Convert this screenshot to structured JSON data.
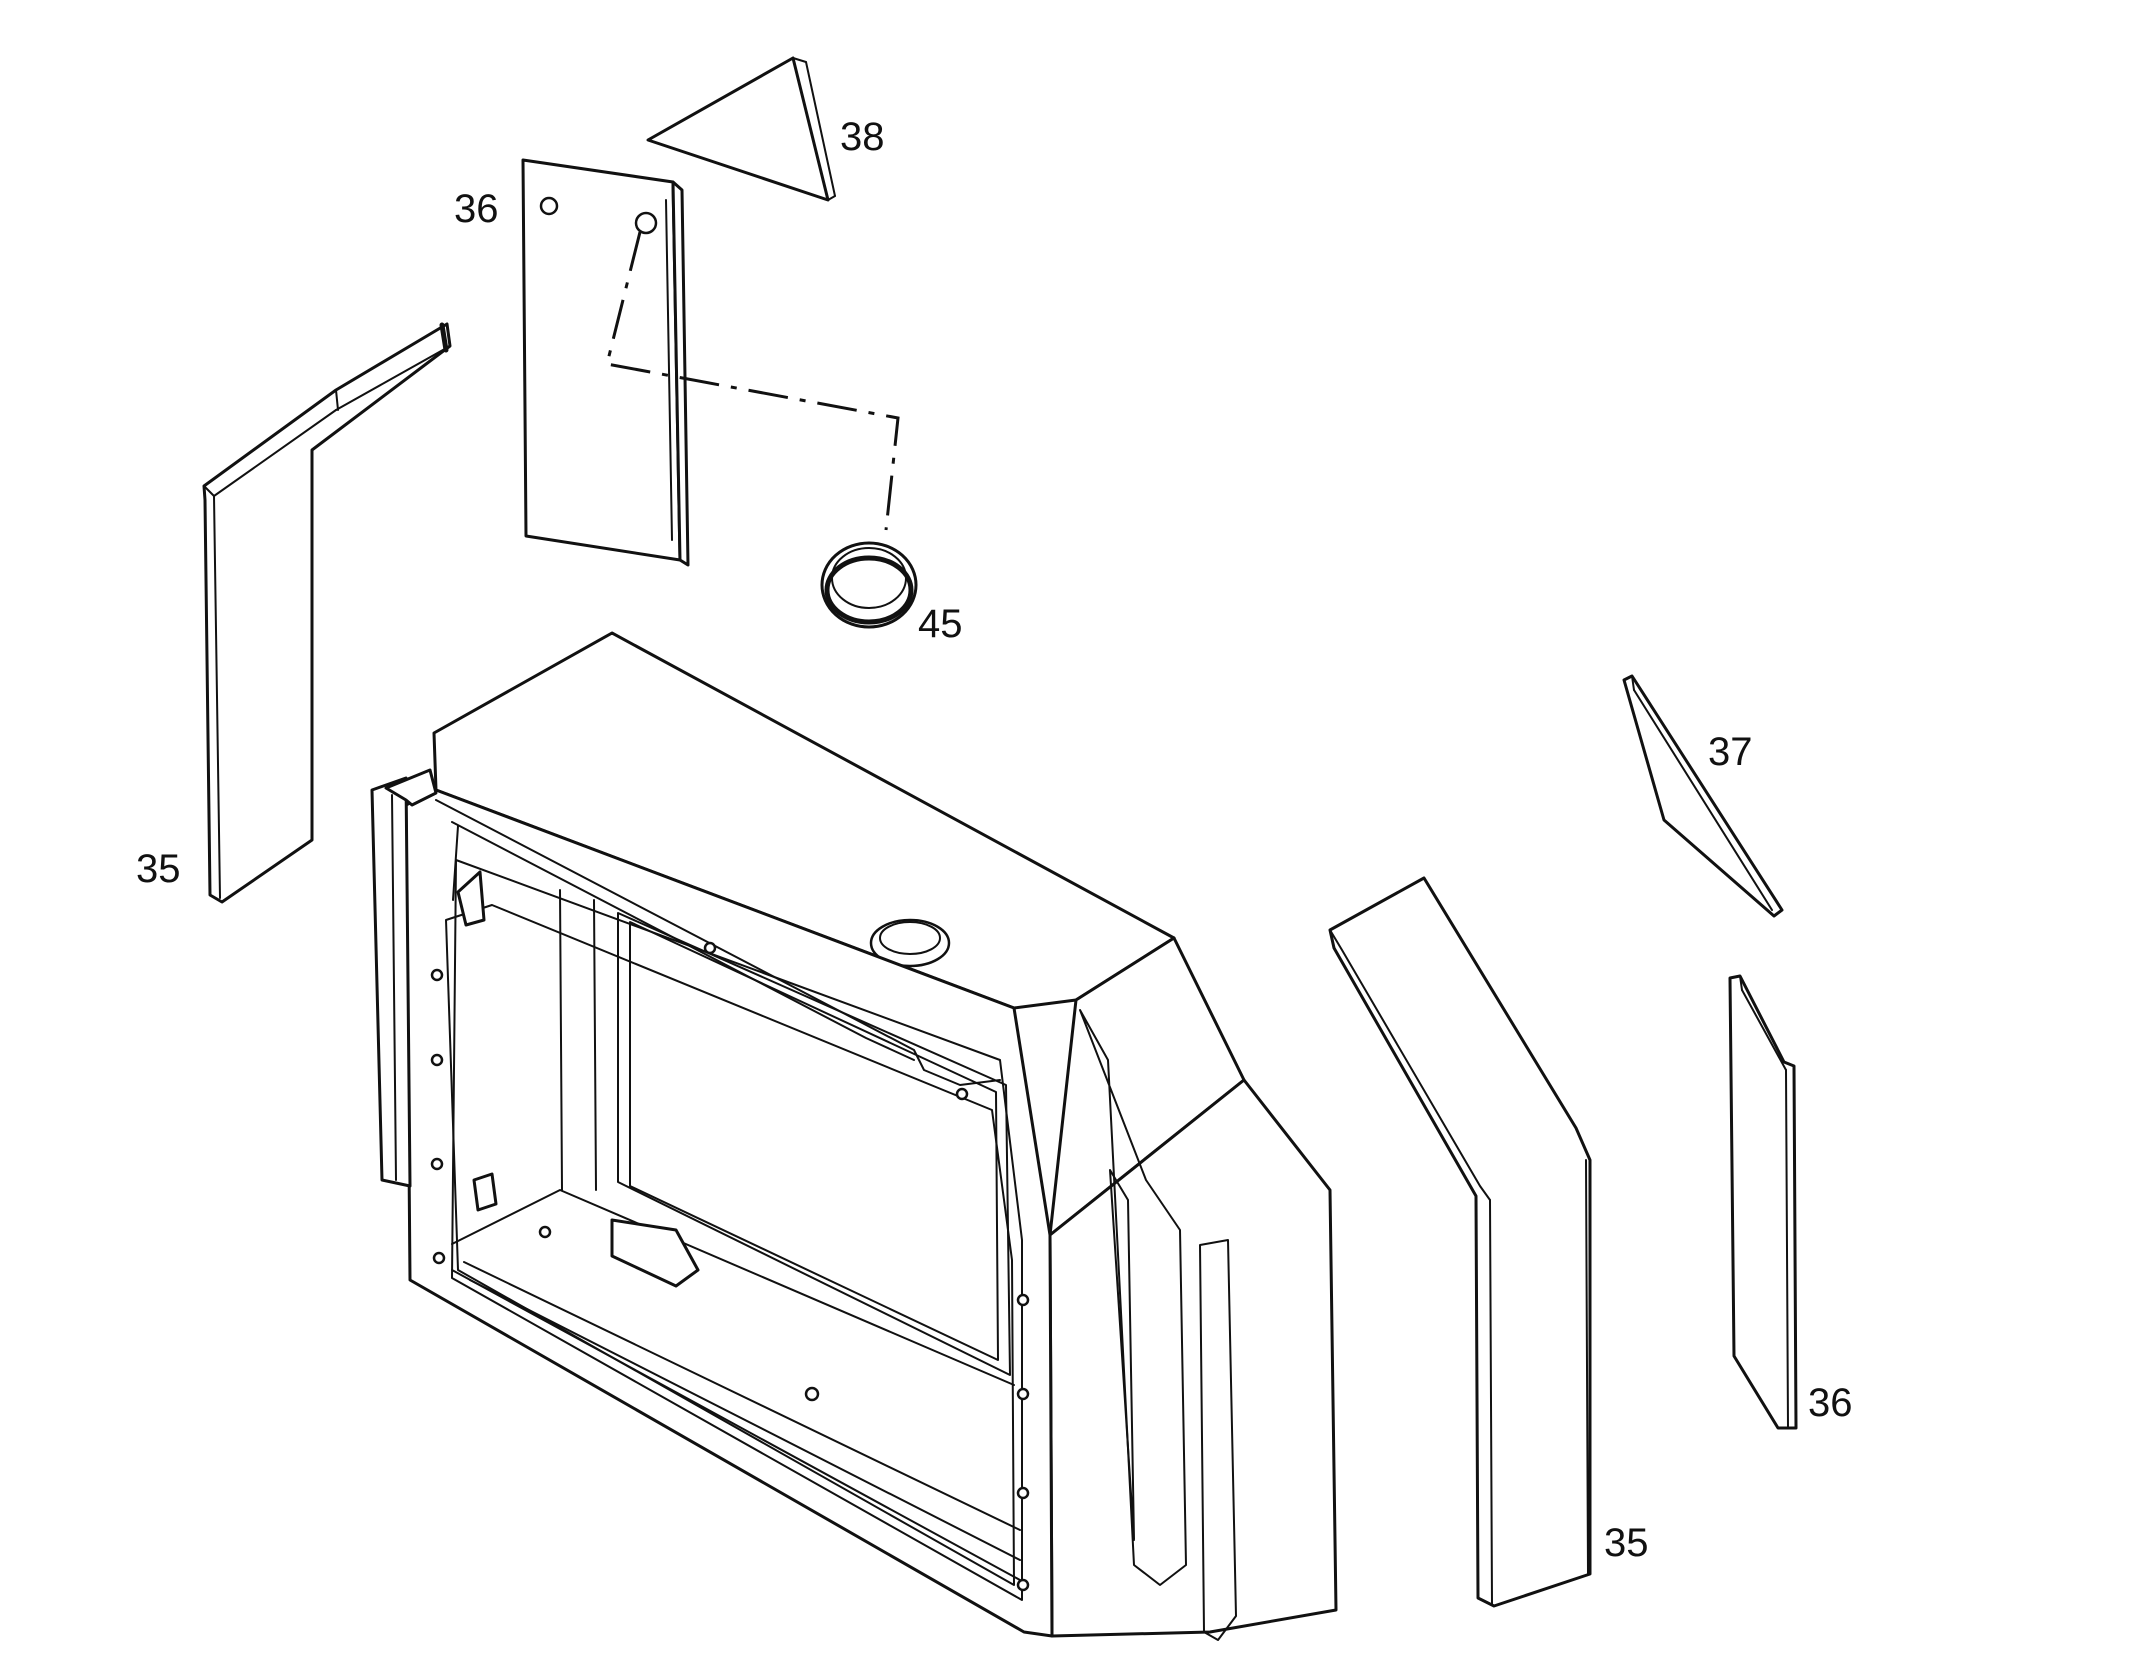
{
  "diagram": {
    "callouts": {
      "c35_left": "35",
      "c35_right": "35",
      "c36_top": "36",
      "c36_right": "36",
      "c37": "37",
      "c38": "38",
      "c45": "45"
    }
  }
}
